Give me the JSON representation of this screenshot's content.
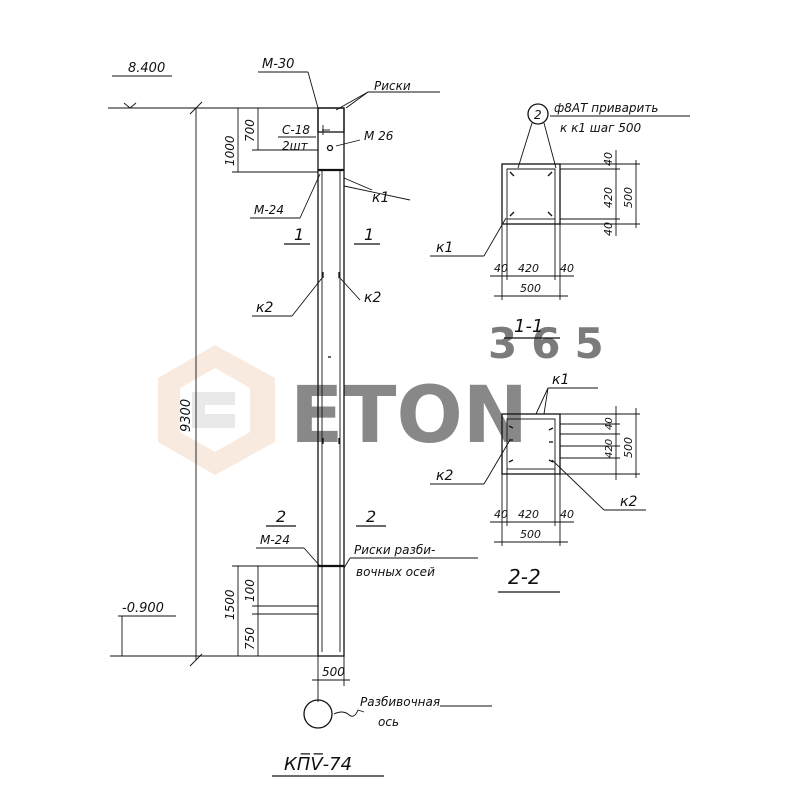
{
  "drawing": {
    "elev_top": "8.400",
    "elev_bottom": "-0.900",
    "dim_1000": "1000",
    "dim_700": "700",
    "dim_9300": "9300",
    "dim_1500": "1500",
    "dim_100": "100",
    "dim_750": "750",
    "dim_500_col": "500",
    "m30": "М-30",
    "risk_top": "Риски",
    "c18": "С-18",
    "c18_qty": "2шт",
    "m26": "М 26",
    "m24_top": "М-24",
    "k1_col": "к1",
    "sec1_left": "1",
    "sec1_right": "1",
    "k2_left": "к2",
    "k2_right": "к2",
    "sec2_left": "2",
    "sec2_right": "2",
    "m24_bottom": "М-24",
    "risk_axes_1": "Риски разби-",
    "risk_axes_2": "вочных осей",
    "axis_label_1": "Разбивочная",
    "axis_label_2": "ось",
    "title": "КП̅V̅-74"
  },
  "section1": {
    "callout_num": "2",
    "note_line1": "ф8АТ приварить",
    "note_line2": "к к1 шаг 500",
    "dim_40_top": "40",
    "dim_420": "420",
    "dim_500_v": "500",
    "dim_40_bot": "40",
    "k1": "к1",
    "dim_40_l": "40",
    "dim_420_h": "420",
    "dim_40_r": "40",
    "dim_500_h": "500",
    "title": "1-1"
  },
  "section2": {
    "k1": "к1",
    "dims_v": "40",
    "dims_v2": "420",
    "dim_500_v": "500",
    "k2_left": "к2",
    "k2_right": "к2",
    "dim_40_l": "40",
    "dim_420_h": "420",
    "dim_40_r": "40",
    "dim_500_h": "500",
    "title": "2-2"
  },
  "watermark": {
    "brand": "ETON",
    "num": "365",
    "color_orange": "#f5a26a",
    "color_gray": "#c9c9c9"
  }
}
